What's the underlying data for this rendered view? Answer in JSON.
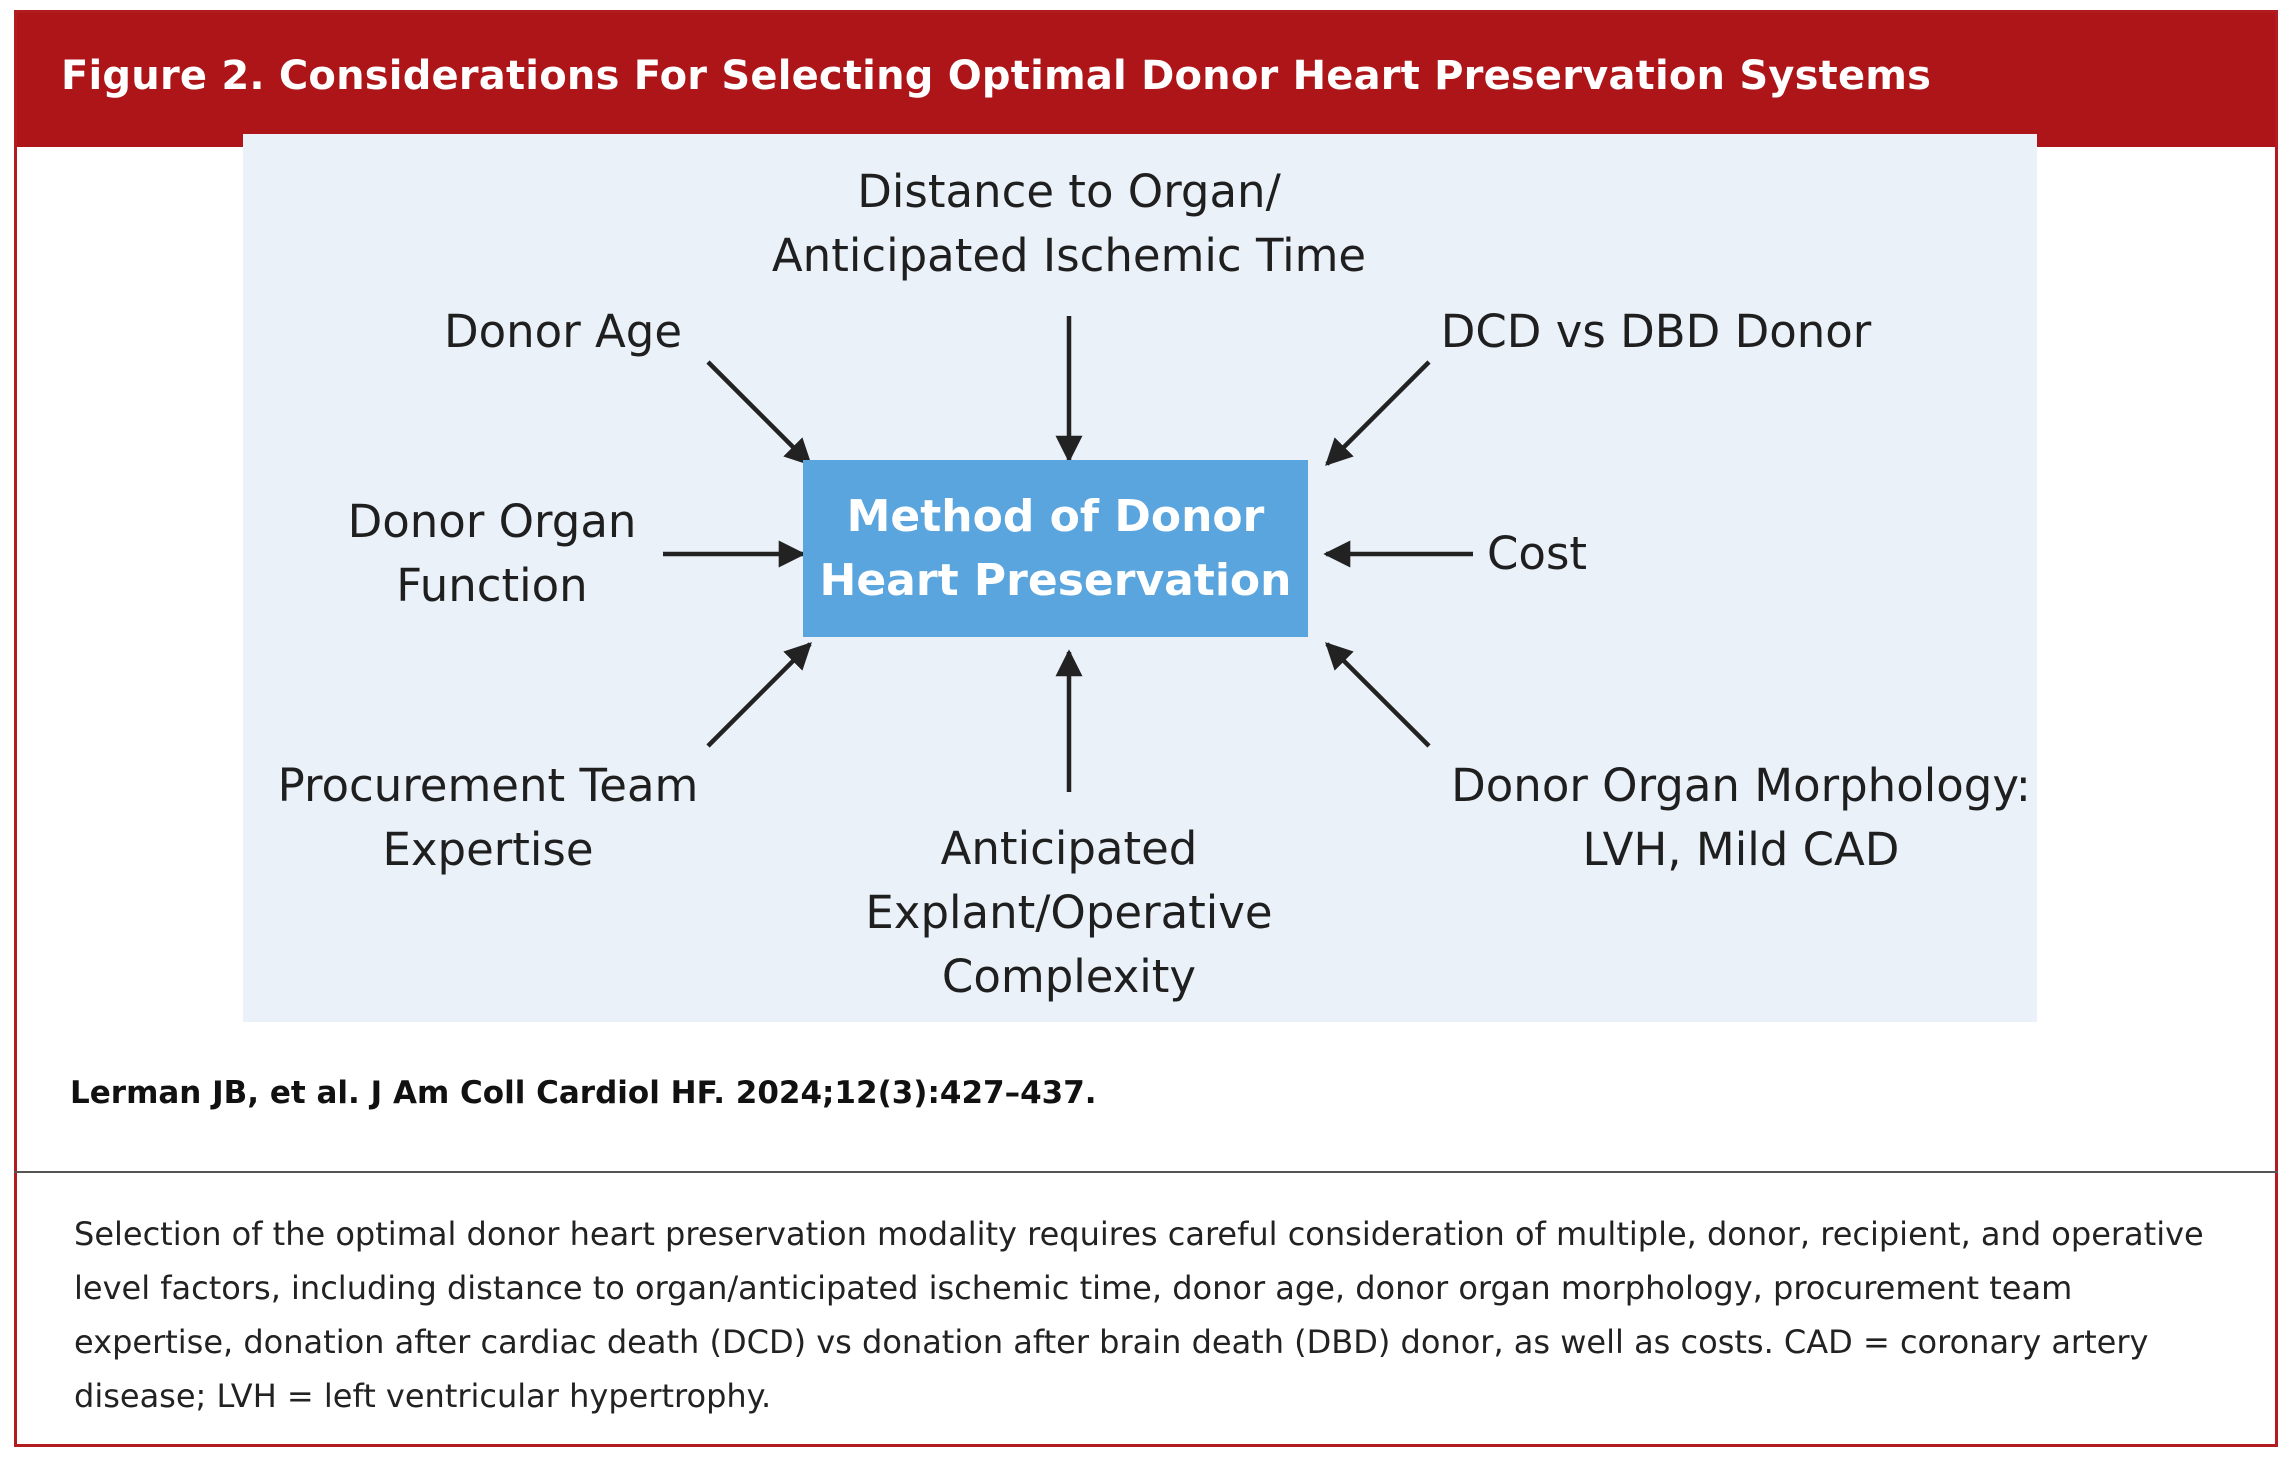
{
  "header": {
    "title": "Figure 2. Considerations For Selecting Optimal Donor Heart Preservation Systems"
  },
  "diagram": {
    "center": {
      "line1": "Method of Donor",
      "line2": "Heart Preservation"
    },
    "factors": {
      "distance": {
        "line1": "Distance to Organ/",
        "line2": "Anticipated Ischemic Time"
      },
      "donor_age": {
        "line1": "Donor Age"
      },
      "dcd_dbd": {
        "line1": "DCD vs DBD Donor"
      },
      "organ_function": {
        "line1": "Donor Organ",
        "line2": "Function"
      },
      "cost": {
        "line1": "Cost"
      },
      "procurement": {
        "line1": "Procurement Team",
        "line2": "Expertise"
      },
      "complexity": {
        "line1": "Anticipated",
        "line2": "Explant/Operative",
        "line3": "Complexity"
      },
      "morphology": {
        "line1": "Donor Organ Morphology:",
        "line2": "LVH, Mild CAD"
      }
    },
    "colors": {
      "header": "#ae1519",
      "panel": "#eaf1f9",
      "center_box": "#5aa5de",
      "arrow": "#222222"
    }
  },
  "citation": "Lerman JB, et al. J Am Coll Cardiol HF. 2024;12(3):427–437.",
  "caption": "Selection of the optimal donor heart preservation modality requires careful consideration of multiple, donor, recipient, and operative level factors, including distance to organ/anticipated ischemic time, donor age, donor organ morphology, procurement team expertise, donation after cardiac death (DCD) vs donation after brain death (DBD) donor, as well as costs. CAD = coronary artery disease; LVH = left ventricular hypertrophy."
}
